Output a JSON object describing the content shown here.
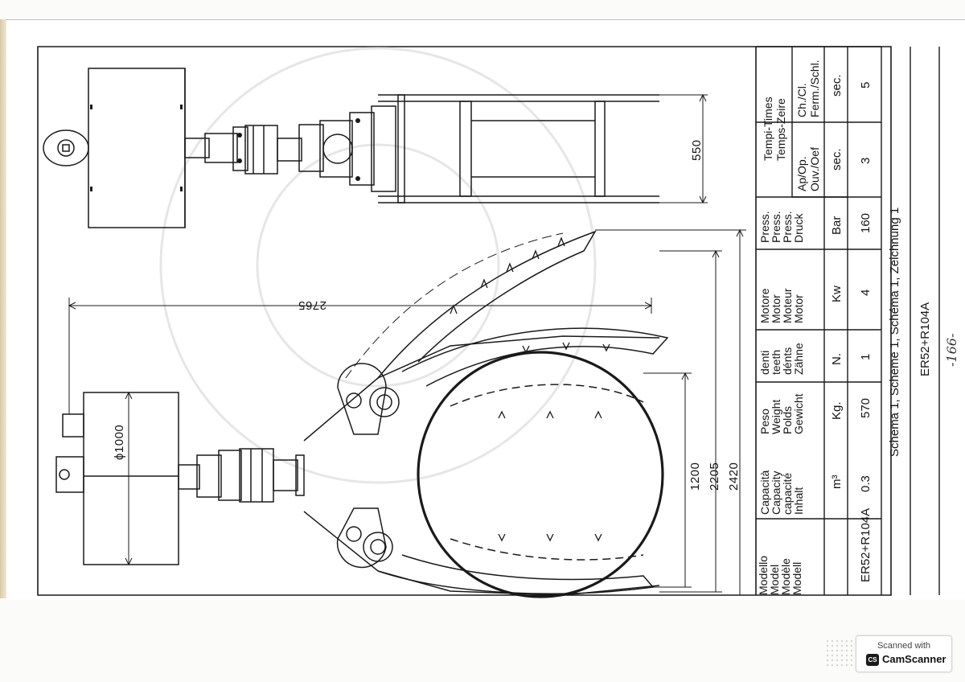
{
  "dimensions": {
    "overall_length": "2765",
    "grab_width": "550",
    "rotator_diameter": "ϕ1000",
    "opening_1": "1200",
    "opening_2": "2205",
    "opening_3": "2420"
  },
  "spec_table": {
    "model_header": [
      "Modello",
      "Model",
      "Modèle",
      "Modell"
    ],
    "model_value": "ER52+R104A",
    "capacity_header": [
      "Capacità",
      "Capacity",
      "capacité",
      "Inhalt"
    ],
    "capacity_unit": "m³",
    "capacity_value": "0.3",
    "weight_header": [
      "Peso",
      "Weight",
      "Polds",
      "Gewicht"
    ],
    "weight_unit": "Kg.",
    "weight_value": "570",
    "teeth_header": [
      "denti",
      "teeth",
      "dénts",
      "Zähne"
    ],
    "teeth_unit": "N.",
    "teeth_value": "1",
    "motor_header": [
      "Motore",
      "Motor",
      "Moteur",
      "Motor"
    ],
    "motor_unit": "Kw",
    "motor_value": "4",
    "press_header": [
      "Press.",
      "Press.",
      "Press.",
      "Druck"
    ],
    "press_unit": "Bar",
    "press_value": "160",
    "times_header": [
      "Tempi-Times",
      "Temps-Zeire"
    ],
    "open_header": [
      "Ap/Op.",
      "Ouv./Oef"
    ],
    "open_unit": "sec.",
    "open_value": "3",
    "close_header": [
      "Ch./Cl.",
      "Ferm./Schl."
    ],
    "close_unit": "sec.",
    "close_value": "5"
  },
  "caption": "Schema 1, Scheme 1, Schéma 1, Zeichnung 1",
  "drawing_code": "ER52+R104A",
  "page_number": "-166-",
  "scanner": {
    "line1": "Scanned with",
    "brand": "CamScanner",
    "logo": "CS"
  }
}
